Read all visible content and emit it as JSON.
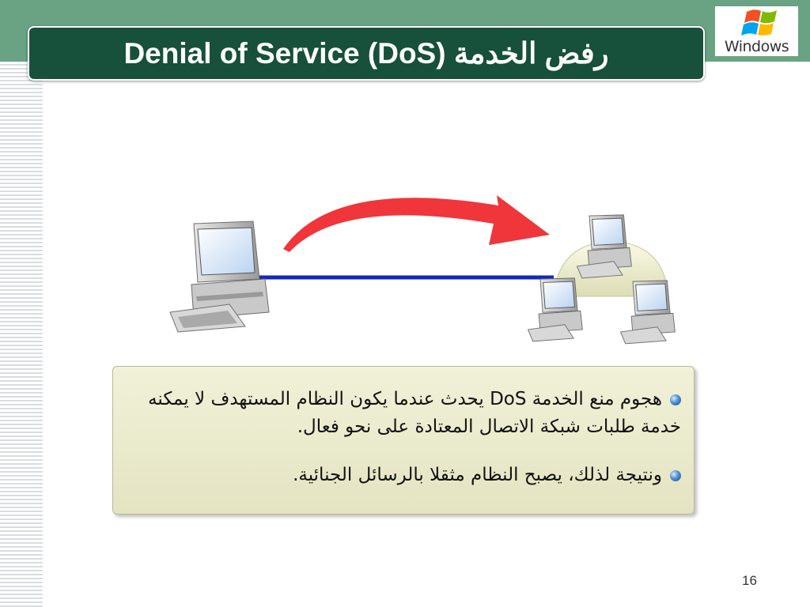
{
  "slide": {
    "title": "Denial of Service (DoS) رفض الخدمة",
    "logo_text": "Windows",
    "bullets": [
      "هجوم منع الخدمة DoS يحدث عندما يكون النظام المستهدف لا يمكنه خدمة طلبات شبكة الاتصال المعتادة على نحو فعال.",
      "ونتيجة لذلك، يصبح النظام مثقلا بالرسائل الجنائية."
    ],
    "page_number": "16"
  },
  "colors": {
    "top_band": "#69a383",
    "title_bg": "#17503b",
    "arrow": "#f0363b",
    "link_line": "#1427b8",
    "text_box_bg": "#ecebd0"
  },
  "icons": {
    "logo": "windows-flag-icon",
    "attacker": "desktop-computer-icon",
    "targets": "networked-computers-icon",
    "attack_arrow": "curved-arrow-icon"
  }
}
